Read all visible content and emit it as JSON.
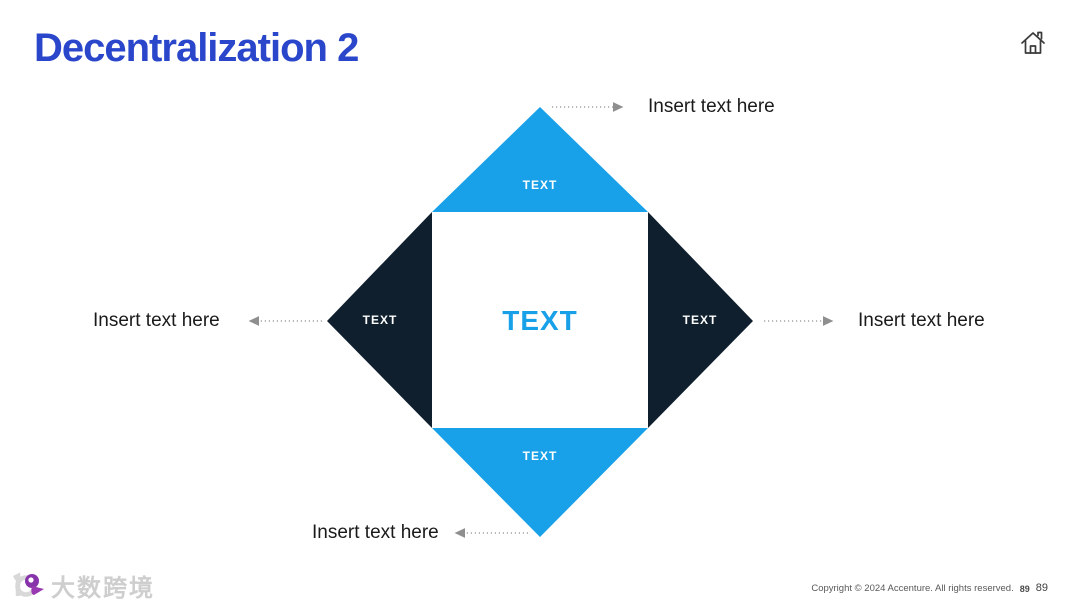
{
  "slide": {
    "title": "Decentralization 2",
    "footer": {
      "copyright": "Copyright © 2024 Accenture. All rights reserved.",
      "page_number_watermark": "89",
      "page_number": "89"
    },
    "watermark_logo_text": "大数跨境"
  },
  "diagram": {
    "center_label": "TEXT",
    "triangles": {
      "top": {
        "label": "TEXT",
        "callout": "Insert text here"
      },
      "right": {
        "label": "TEXT",
        "callout": "Insert text here"
      },
      "bottom": {
        "label": "TEXT",
        "callout": "Insert text here"
      },
      "left": {
        "label": "TEXT",
        "callout": "Insert text here"
      }
    },
    "colors": {
      "accent_blue": "#18A0E8",
      "dark_navy": "#0F1F2E",
      "title_blue": "#2A46CB",
      "arrow_gray": "#9B9B9B",
      "center_square": "#FFFFFF"
    }
  }
}
